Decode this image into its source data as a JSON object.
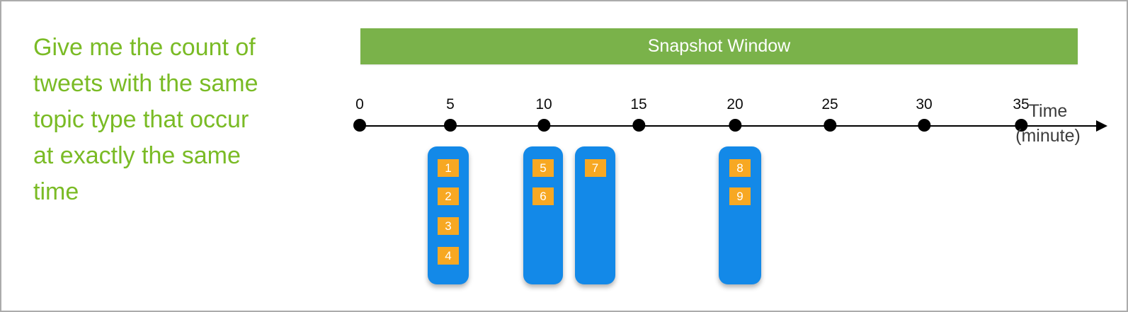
{
  "question": {
    "text": "Give me the count of tweets with the same topic type that occur at exactly the same time",
    "lines": [
      "Give me the count of",
      "tweets with the same",
      "topic type that occur",
      "at exactly the same",
      "time"
    ]
  },
  "banner": {
    "label": "Snapshot Window"
  },
  "timeline": {
    "ticks": [
      "0",
      "5",
      "10",
      "15",
      "20",
      "25",
      "30",
      "35"
    ],
    "axis_label": [
      "Time",
      "(minute)"
    ]
  },
  "events": [
    {
      "minute": 5,
      "tweets": [
        "1",
        "2",
        "3",
        "4"
      ]
    },
    {
      "minute": 10,
      "tweets": [
        "5",
        "6"
      ]
    },
    {
      "minute": 13,
      "tweets": [
        "7"
      ]
    },
    {
      "minute": 20,
      "tweets": [
        "8",
        "9"
      ]
    }
  ],
  "colors": {
    "question_green": "#7abb25",
    "banner_green": "#7ab24a",
    "event_blue": "#1389e8",
    "tweet_orange": "#f7a823",
    "axis_black": "#000000",
    "time_label_gray": "#3d3d3d"
  }
}
